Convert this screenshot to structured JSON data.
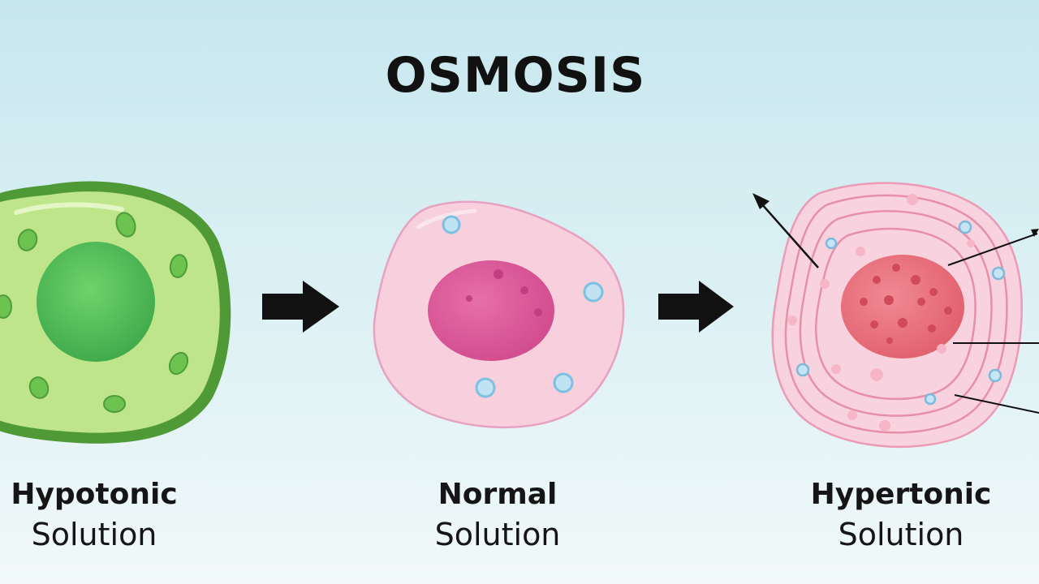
{
  "title": "OSMOSIS",
  "cells": [
    {
      "id": "hypotonic",
      "line1": "Hypotonic",
      "line2": "Solution",
      "color": "#6fb53f"
    },
    {
      "id": "normal",
      "line1": "Normal",
      "line2": "Solution",
      "color": "#e6a2bf"
    },
    {
      "id": "hypertonic",
      "line1": "Hypertonic",
      "line2": "Solution",
      "color": "#e67e8f"
    }
  ],
  "arrows": [
    {
      "from": "hypotonic",
      "to": "normal"
    },
    {
      "from": "normal",
      "to": "hypertonic"
    }
  ],
  "colors": {
    "background_top": "#c7e7ef",
    "background_bottom": "#f1f9fa",
    "arrow": "#111111"
  }
}
